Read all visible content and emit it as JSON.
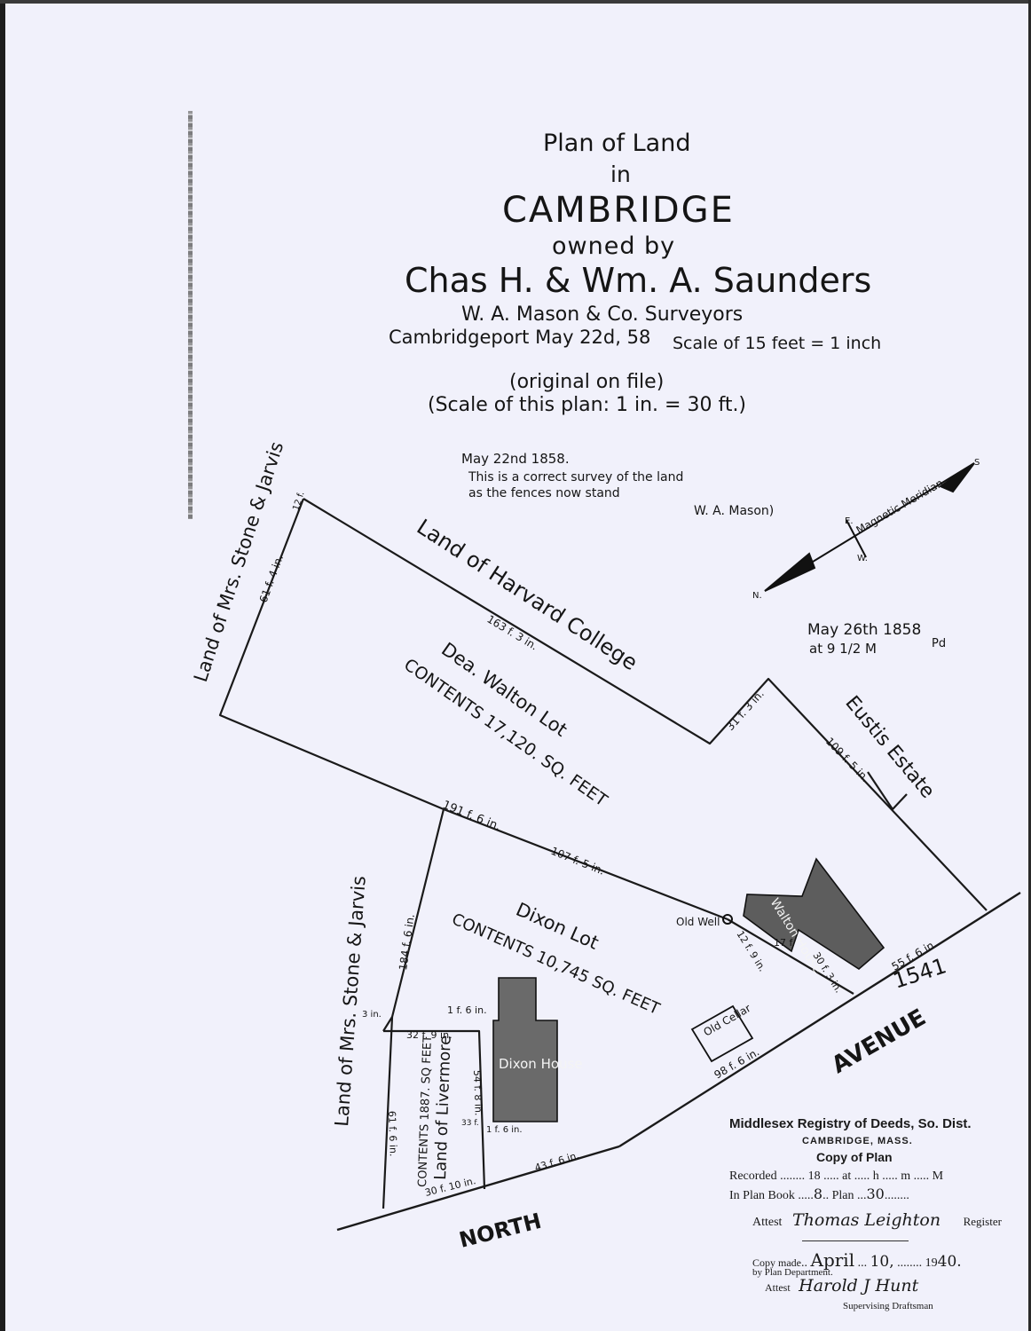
{
  "title": {
    "line1": "Plan of Land",
    "line2": "in",
    "city": "CAMBRIDGE",
    "line4": "owned by",
    "owners": "Chas H. & Wm. A. Saunders",
    "surveyors": "W. A. Mason & Co. Surveyors",
    "place_date": "Cambridgeport May 22d, 58",
    "scale_original": "Scale of 15 feet = 1 inch",
    "original_note": "(original on file)",
    "scale_copy": "(Scale of this plan: 1 in. = 30 ft.)"
  },
  "certification": {
    "date": "May 22nd 1858.",
    "line1": "This is a correct survey of the land",
    "line2": "as the fences now stand",
    "signed": "W. A. Mason)"
  },
  "payment_note": {
    "line1": "May 26th 1858",
    "line2": "at 9 1/2 M",
    "mark": "Pd"
  },
  "compass": {
    "label": "Magnetic Meridian",
    "north": "N.",
    "south": "S",
    "east": "E.",
    "west": "W."
  },
  "labels": {
    "harvard": "Land of Harvard College",
    "stone_jarvis_upper": "Land of Mrs. Stone & Jarvis",
    "stone_jarvis_lower": "Land of Mrs. Stone & Jarvis",
    "eustis": "Eustis Estate",
    "walton_lot": "Dea. Walton Lot",
    "walton_contents": "CONTENTS 17,120. SQ. FEET",
    "dixon_lot": "Dixon Lot",
    "dixon_contents": "CONTENTS 10,745 SQ. FEET",
    "livermore": "Land of Livermore",
    "livermore_contents": "CONTENTS 1887. SQ FEET",
    "walton_house": "Walton House",
    "dixon_house": "Dixon House",
    "old_cellar": "Old Cellar",
    "old_well": "Old Well",
    "street_north": "NORTH",
    "street_avenue": "AVENUE",
    "plan_number": "1541"
  },
  "dimensions": {
    "d_12ft": "12 f.",
    "d_61ft4in": "61 f. 4 in.",
    "d_163ft3in": "163 f. 3 in.",
    "d_31ft3in": "31 f. 3 in.",
    "d_109ft5in": "109 f. 5 in.",
    "d_191ft6in": "191 f. 6 in.",
    "d_107ft5in": "107 f. 5 in.",
    "d_12ft9in": "12 f. 9 in.",
    "d_17ft": "17 f.",
    "d_30ft3in": "30 f. 3 in.",
    "d_55ft6in": "55 f. 6 in.",
    "d_184ft6in": "184 f. 6 in.",
    "d_3in": "3 in.",
    "d_1ft6in_top": "1 f. 6 in.",
    "d_32ft9in": "32 f. 9 in.",
    "d_54ft8in": "54 f. 8 in.",
    "d_33ft": "33 f.",
    "d_1ft6in_bottom": "1 f. 6 in.",
    "d_61ft6in": "61 f. 6 in.",
    "d_30ft10in": "30 f. 10 in.",
    "d_43ft6in": "43 f. 6 in.",
    "d_98ft6in": "98 f. 6 in."
  },
  "registry": {
    "heading": "Middlesex Registry of Deeds, So. Dist.",
    "city": "CAMBRIDGE, MASS.",
    "subheading": "Copy of Plan",
    "recorded": "Recorded ........ 18 ..... at ..... h ..... m ..... M",
    "plan_book_label": "In Plan Book",
    "plan_book": "8",
    "plan_label": "Plan",
    "plan_no": "30",
    "attest": "Attest",
    "register_sig": "Thomas Leighton",
    "register": "Register",
    "copy_made": "Copy made",
    "copy_month": "April",
    "copy_day": "10,",
    "copy_year_prefix": "19",
    "copy_year": "40.",
    "by_dept": "by Plan Department.",
    "attest2": "Attest",
    "draftsman_sig": "Harold J Hunt",
    "draftsman": "Supervising Draftsman"
  }
}
